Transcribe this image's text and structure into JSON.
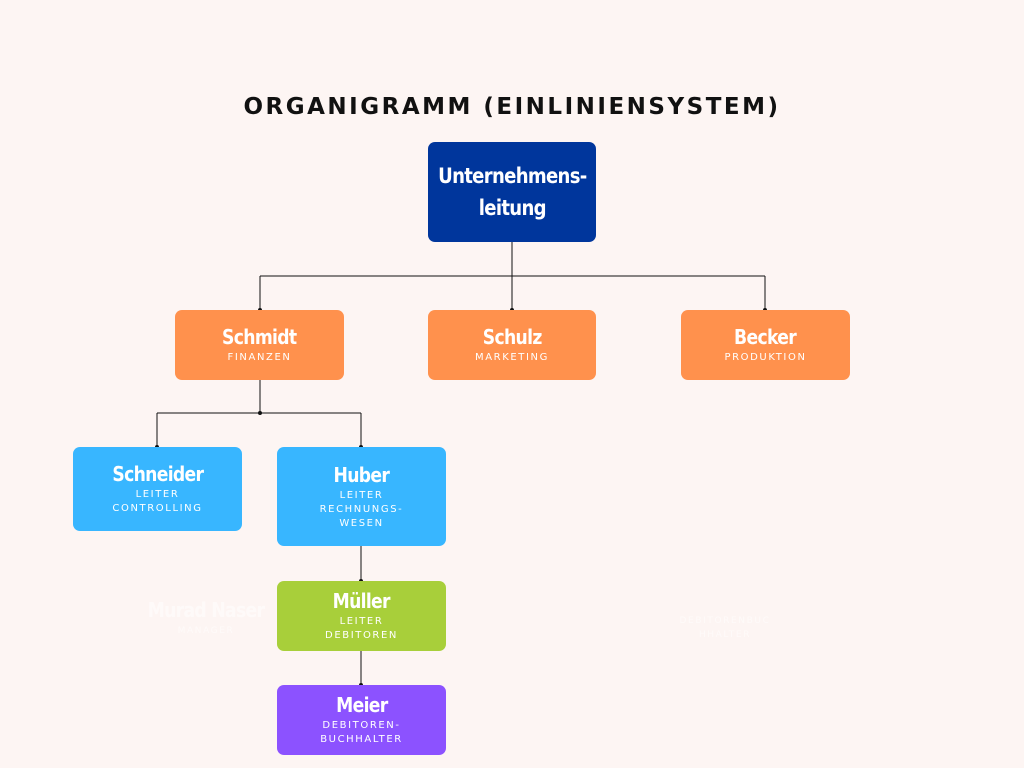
{
  "title": "ORGANIGRAMM (EINLINIENSYSTEM)",
  "colors": {
    "background": "#fdf5f3",
    "top": "#00369c",
    "level1": "#ff914d",
    "level2": "#38b6ff",
    "level3": "#a8cf3a",
    "level4": "#8c52ff",
    "line": "#111111"
  },
  "nodes": {
    "top": {
      "name": "Unternehmens-\nleitung"
    },
    "schmidt": {
      "name": "Schmidt",
      "role": "FINANZEN"
    },
    "schulz": {
      "name": "Schulz",
      "role": "MARKETING"
    },
    "becker": {
      "name": "Becker",
      "role": "PRODUKTION"
    },
    "schneider": {
      "name": "Schneider",
      "role": "LEITER\nCONTROLLING"
    },
    "huber": {
      "name": "Huber",
      "role": "LEITER\nRECHNUNGS-\nWESEN"
    },
    "mueller": {
      "name": "Müller",
      "role": "LEITER\nDEBITOREN"
    },
    "meier": {
      "name": "Meier",
      "role": "DEBITOREN-\nBUCHHALTER"
    }
  },
  "ghost_text": {
    "left_name": "Murad Naser",
    "left_role": "MANAGER",
    "right_role": "DEBITORENBUC\nHHALTER"
  }
}
